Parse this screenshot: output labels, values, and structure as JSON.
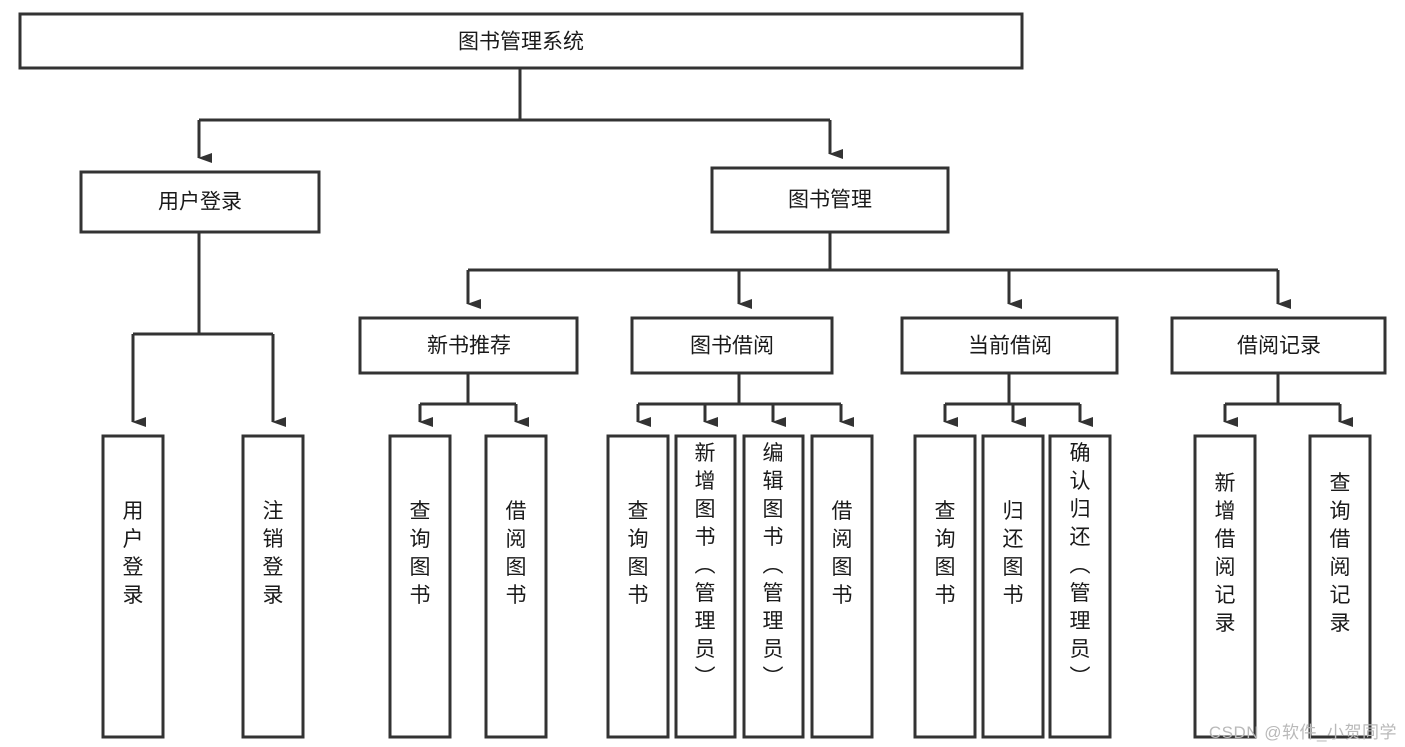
{
  "diagram": {
    "type": "tree",
    "title": "图书管理系统",
    "watermark": "CSDN @软件_小贺同学",
    "colors": {
      "box_stroke": "#333333",
      "box_fill": "#ffffff",
      "edge": "#333333",
      "label": "#1a1a1a",
      "watermark": "#b9b9b9",
      "background": "#ffffff"
    },
    "levels": {
      "root": "图书管理系统",
      "level2": [
        "用户登录",
        "图书管理"
      ],
      "level3": [
        "新书推荐",
        "图书借阅",
        "当前借阅",
        "借阅记录"
      ]
    },
    "nodes": {
      "root": {
        "label": "图书管理系统",
        "orientation": "horizontal"
      },
      "user_login": {
        "label": "用户登录",
        "orientation": "horizontal"
      },
      "book_mgmt": {
        "label": "图书管理",
        "orientation": "horizontal"
      },
      "new_book_rec": {
        "label": "新书推荐",
        "orientation": "horizontal"
      },
      "book_borrow": {
        "label": "图书借阅",
        "orientation": "horizontal"
      },
      "current_borrow": {
        "label": "当前借阅",
        "orientation": "horizontal"
      },
      "borrow_record": {
        "label": "借阅记录",
        "orientation": "horizontal"
      },
      "leaf_user_login": {
        "label": "用户登录",
        "orientation": "vertical"
      },
      "leaf_logout": {
        "label": "注销登录",
        "orientation": "vertical"
      },
      "leaf_query_book_1": {
        "label": "查询图书",
        "orientation": "vertical"
      },
      "leaf_borrow_book_1": {
        "label": "借阅图书",
        "orientation": "vertical"
      },
      "leaf_query_book_2": {
        "label": "查询图书",
        "orientation": "vertical"
      },
      "leaf_add_book": {
        "label": "新增图书（管理员）",
        "orientation": "vertical"
      },
      "leaf_edit_book": {
        "label": "编辑图书（管理员）",
        "orientation": "vertical"
      },
      "leaf_borrow_book_2": {
        "label": "借阅图书",
        "orientation": "vertical"
      },
      "leaf_query_book_3": {
        "label": "查询图书",
        "orientation": "vertical"
      },
      "leaf_return_book": {
        "label": "归还图书",
        "orientation": "vertical"
      },
      "leaf_confirm_return": {
        "label": "确认归还（管理员）",
        "orientation": "vertical"
      },
      "leaf_add_record": {
        "label": "新增借阅记录",
        "orientation": "vertical"
      },
      "leaf_query_record": {
        "label": "查询借阅记录",
        "orientation": "vertical"
      }
    },
    "edges": [
      {
        "from": "图书管理系统",
        "to": "用户登录"
      },
      {
        "from": "图书管理系统",
        "to": "图书管理"
      },
      {
        "from": "用户登录",
        "to": "用户登录"
      },
      {
        "from": "用户登录",
        "to": "注销登录"
      },
      {
        "from": "图书管理",
        "to": "新书推荐"
      },
      {
        "from": "图书管理",
        "to": "图书借阅"
      },
      {
        "from": "图书管理",
        "to": "当前借阅"
      },
      {
        "from": "图书管理",
        "to": "借阅记录"
      },
      {
        "from": "新书推荐",
        "to": "查询图书"
      },
      {
        "from": "新书推荐",
        "to": "借阅图书"
      },
      {
        "from": "图书借阅",
        "to": "查询图书"
      },
      {
        "from": "图书借阅",
        "to": "新增图书（管理员）"
      },
      {
        "from": "图书借阅",
        "to": "编辑图书（管理员）"
      },
      {
        "from": "图书借阅",
        "to": "借阅图书"
      },
      {
        "from": "当前借阅",
        "to": "查询图书"
      },
      {
        "from": "当前借阅",
        "to": "归还图书"
      },
      {
        "from": "当前借阅",
        "to": "确认归还（管理员）"
      },
      {
        "from": "借阅记录",
        "to": "新增借阅记录"
      },
      {
        "from": "借阅记录",
        "to": "查询借阅记录"
      }
    ]
  }
}
